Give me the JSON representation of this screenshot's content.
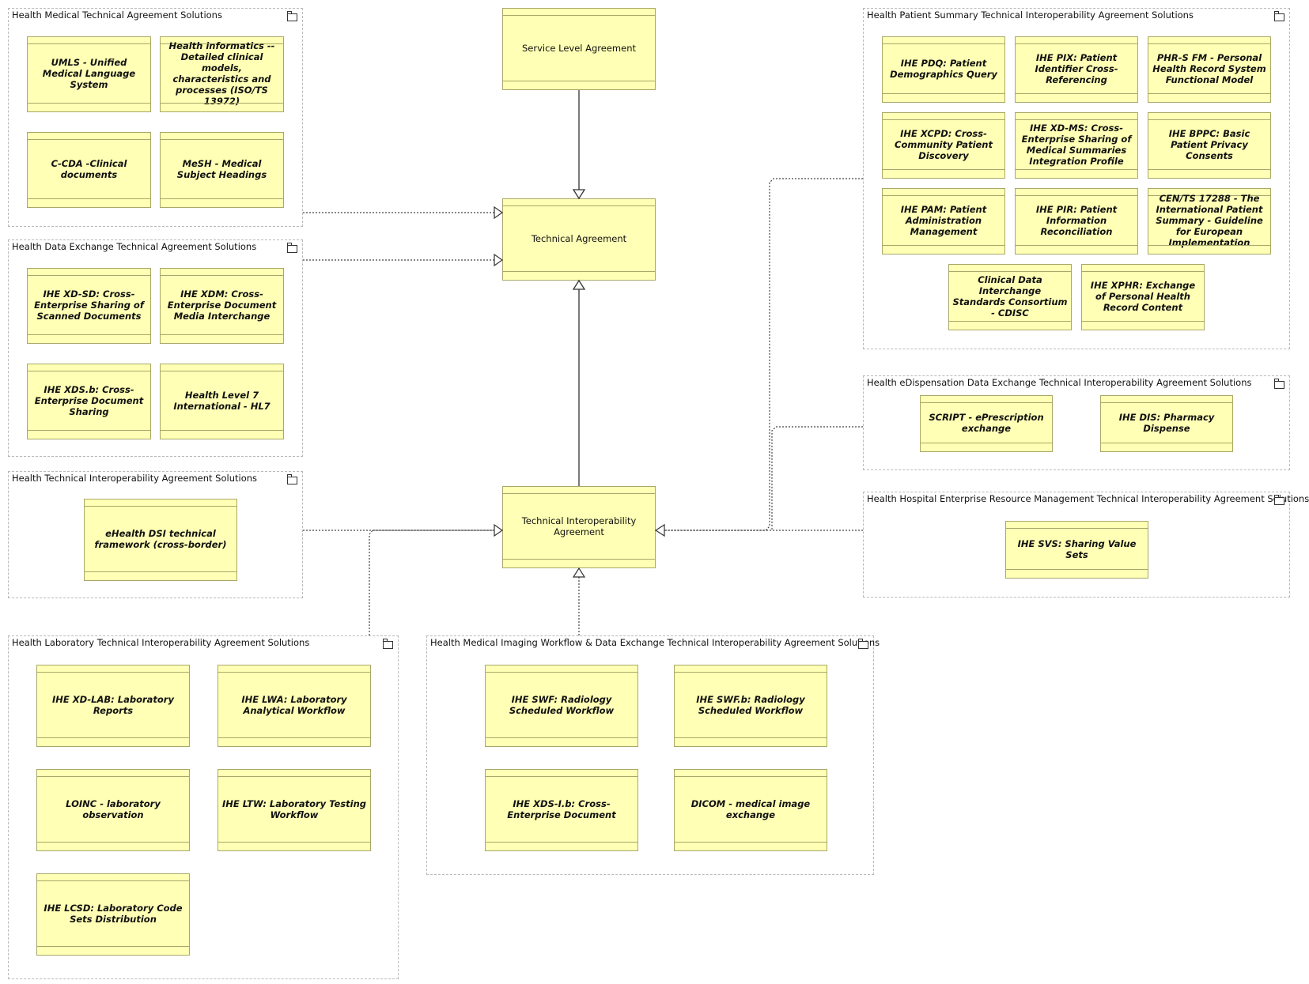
{
  "diagram": {
    "core": {
      "service_level_agreement": "Service Level Agreement",
      "technical_agreement": "Technical Agreement",
      "technical_interoperability_agreement": "Technical Interoperability Agreement"
    },
    "groups": {
      "medical": {
        "title": "Health Medical Technical Agreement Solutions",
        "items": [
          "UMLS - Unified Medical Language System",
          "Health informatics -- Detailed clinical models, characteristics and processes (ISO/TS 13972)",
          "C-CDA -Clinical documents",
          "MeSH - Medical Subject Headings"
        ]
      },
      "data_exchange": {
        "title": "Health Data Exchange Technical Agreement Solutions",
        "items": [
          "IHE XD-SD: Cross-Enterprise Sharing of Scanned Documents",
          "IHE XDM: Cross-Enterprise Document Media Interchange",
          "IHE XDS.b: Cross-Enterprise Document Sharing",
          "Health Level 7 International - HL7"
        ]
      },
      "tech_interop": {
        "title": "Health Technical Interoperability Agreement Solutions",
        "items": [
          "eHealth DSI technical framework (cross-border)"
        ]
      },
      "laboratory": {
        "title": "Health Laboratory Technical Interoperability Agreement Solutions",
        "items": [
          "IHE XD-LAB: Laboratory Reports",
          "IHE LWA: Laboratory Analytical Workflow",
          "LOINC - laboratory observation",
          "IHE LTW: Laboratory Testing Workflow",
          "IHE LCSD: Laboratory Code Sets Distribution"
        ]
      },
      "imaging": {
        "title": "Health Medical Imaging Workflow & Data Exchange Technical Interoperability Agreement Solutions",
        "items": [
          "IHE SWF: Radiology Scheduled Workflow",
          "IHE SWF.b: Radiology Scheduled Workflow",
          "IHE XDS-I.b: Cross-Enterprise Document",
          "DICOM - medical image exchange"
        ]
      },
      "patient_summary": {
        "title": "Health Patient Summary Technical Interoperability Agreement Solutions",
        "items": [
          "IHE PDQ: Patient Demographics Query",
          "IHE PIX: Patient Identifier Cross-Referencing",
          "PHR-S FM - Personal Health Record System Functional Model",
          "IHE XCPD: Cross-Community Patient Discovery",
          "IHE XD-MS: Cross-Enterprise Sharing of Medical Summaries Integration Profile",
          "IHE BPPC: Basic Patient Privacy Consents",
          "IHE PAM: Patient Administration Management",
          "IHE PIR: Patient Information Reconciliation",
          "CEN/TS 17288 - The International Patient Summary - Guideline for European Implementation",
          "Clinical Data Interchange Standards Consortium - CDISC",
          "IHE XPHR: Exchange of Personal Health Record Content"
        ]
      },
      "edispensation": {
        "title": "Health eDispensation Data Exchange Technical Interoperability Agreement Solutions",
        "items": [
          "SCRIPT - ePrescription exchange",
          "IHE DIS: Pharmacy Dispense"
        ]
      },
      "hospital_erm": {
        "title": "Health Hospital Enterprise Resource Management Technical Interoperability Agreement Solutions",
        "items": [
          "IHE SVS: Sharing Value Sets"
        ]
      }
    }
  }
}
